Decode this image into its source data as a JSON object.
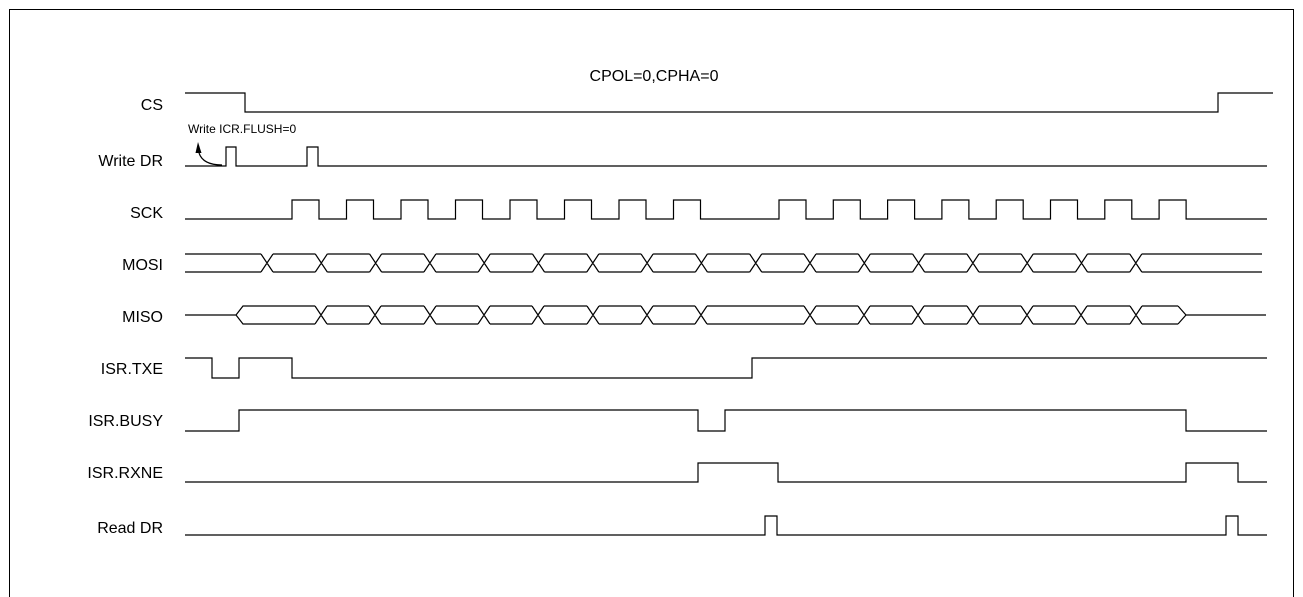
{
  "diagram": {
    "title": "CPOL=0,CPHA=0",
    "signals": [
      {
        "id": "cs",
        "label": "CS"
      },
      {
        "id": "write-dr",
        "label": "Write DR"
      },
      {
        "id": "sck",
        "label": "SCK"
      },
      {
        "id": "mosi",
        "label": "MOSI"
      },
      {
        "id": "miso",
        "label": "MISO"
      },
      {
        "id": "isr-txe",
        "label": "ISR.TXE"
      },
      {
        "id": "isr-busy",
        "label": "ISR.BUSY"
      },
      {
        "id": "isr-rxne",
        "label": "ISR.RXNE"
      },
      {
        "id": "read-dr",
        "label": "Read DR"
      }
    ],
    "annotation": "Write ICR.FLUSH=0"
  }
}
